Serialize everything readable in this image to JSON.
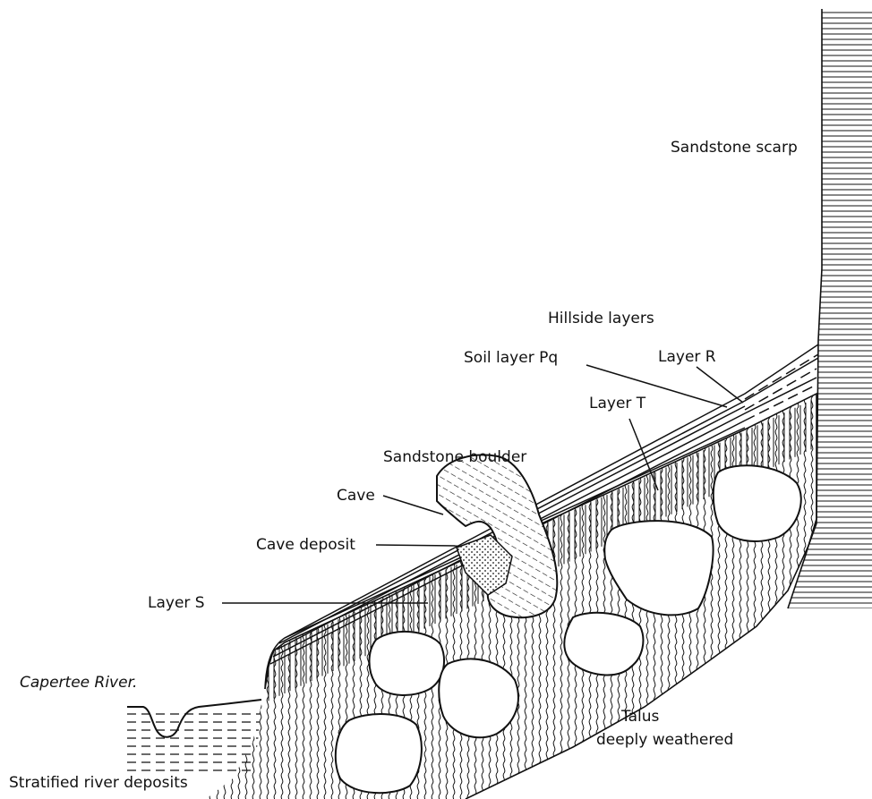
{
  "labels": {
    "sandstone_scarp": "Sandstone scarp",
    "hillside_layers": "Hillside layers",
    "soil_layer_pq": "Soil layer Pq",
    "layer_r": "Layer R",
    "layer_t": "Layer T",
    "sandstone_boulder": "Sandstone boulder",
    "cave": "Cave",
    "cave_deposit": "Cave deposit",
    "layer_s": "Layer S",
    "capertee_river": "Capertee River.",
    "talus_line1": "Talus",
    "talus_line2": "deeply weathered",
    "stratified_river_deposits": "Stratified river deposits"
  },
  "colors": {
    "ink": "#111111",
    "paper": "#ffffff"
  }
}
